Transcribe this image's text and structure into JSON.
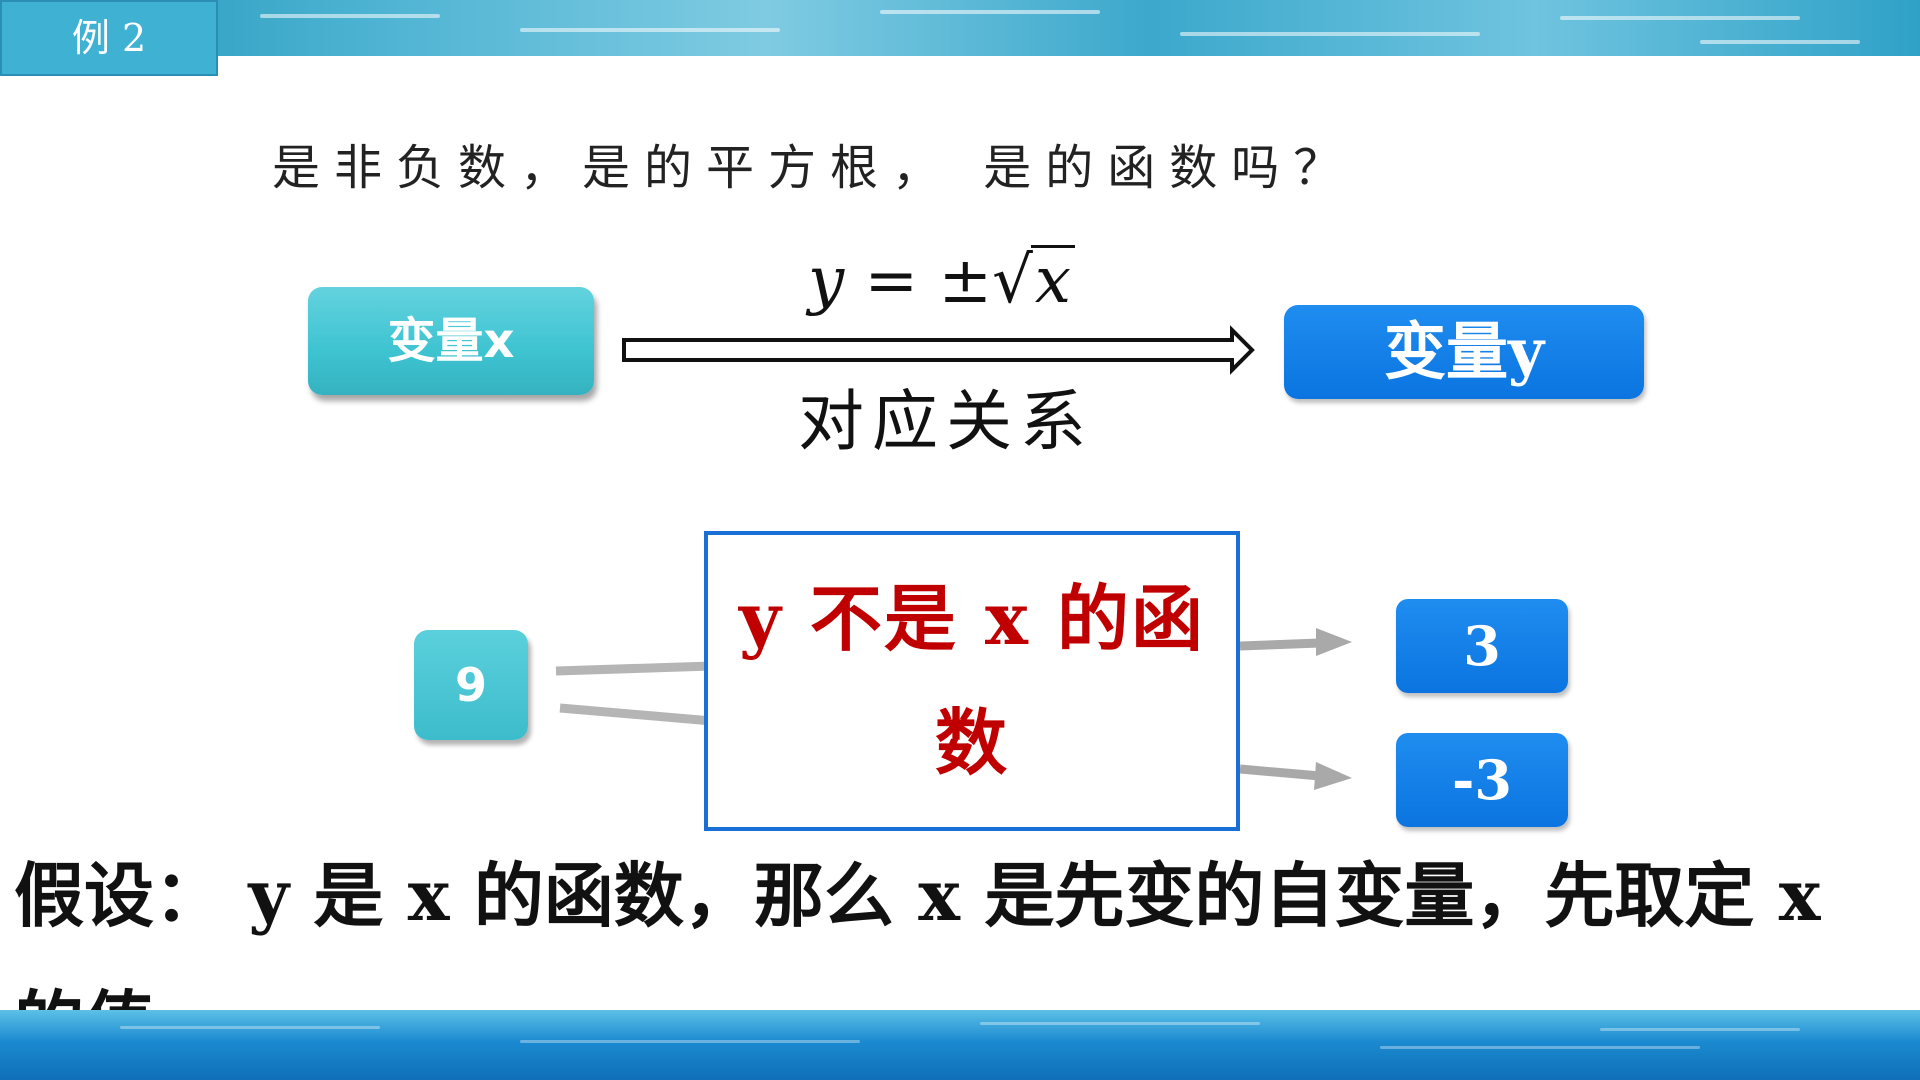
{
  "header": {
    "tag": "例 2"
  },
  "question": "是非负数，是的平方根， 是的函数吗？",
  "mapping": {
    "source_label": "变量x",
    "target_label": "变量y",
    "formula": {
      "lhs": "y",
      "equals": "=",
      "pm": "±",
      "radical": "√",
      "radicand": "x"
    },
    "relation_label": "对应关系"
  },
  "example": {
    "input_value": "9",
    "outputs": [
      "3",
      "-3"
    ],
    "verdict_line1": "y 不是 x 的函",
    "verdict_line2": "数"
  },
  "conclusion": "假设： y 是 x 的函数，那么 x 是先变的自变量，先取定 x 的值。",
  "colors": {
    "teal": "#3ec3d1",
    "blue": "#0b74e0",
    "verdict_red": "#c00000",
    "verdict_border": "#1a6fd6"
  }
}
